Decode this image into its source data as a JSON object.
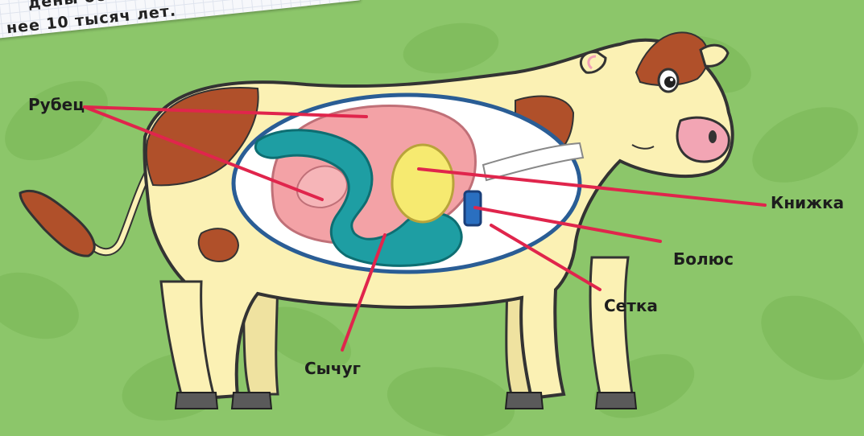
{
  "note": {
    "line1": "дены остан",
    "line2": "нее 10 тысяч лет."
  },
  "labels": {
    "rumen": "Рубец",
    "omasum": "Книжка",
    "bolus": "Болюс",
    "reticulum": "Сетка",
    "abomasum": "Сычуг"
  },
  "colors": {
    "background": "#8cc66a",
    "cow_body": "#fbf1b4",
    "cow_spots": "#b0502a",
    "stomach_panel": "#ffffff",
    "rumen": "#f3a2a6",
    "omasum": "#f6ea70",
    "abomasum": "#1e9ea3",
    "bolus": "#2a6fc0",
    "leader_lines": "#e0254c"
  }
}
